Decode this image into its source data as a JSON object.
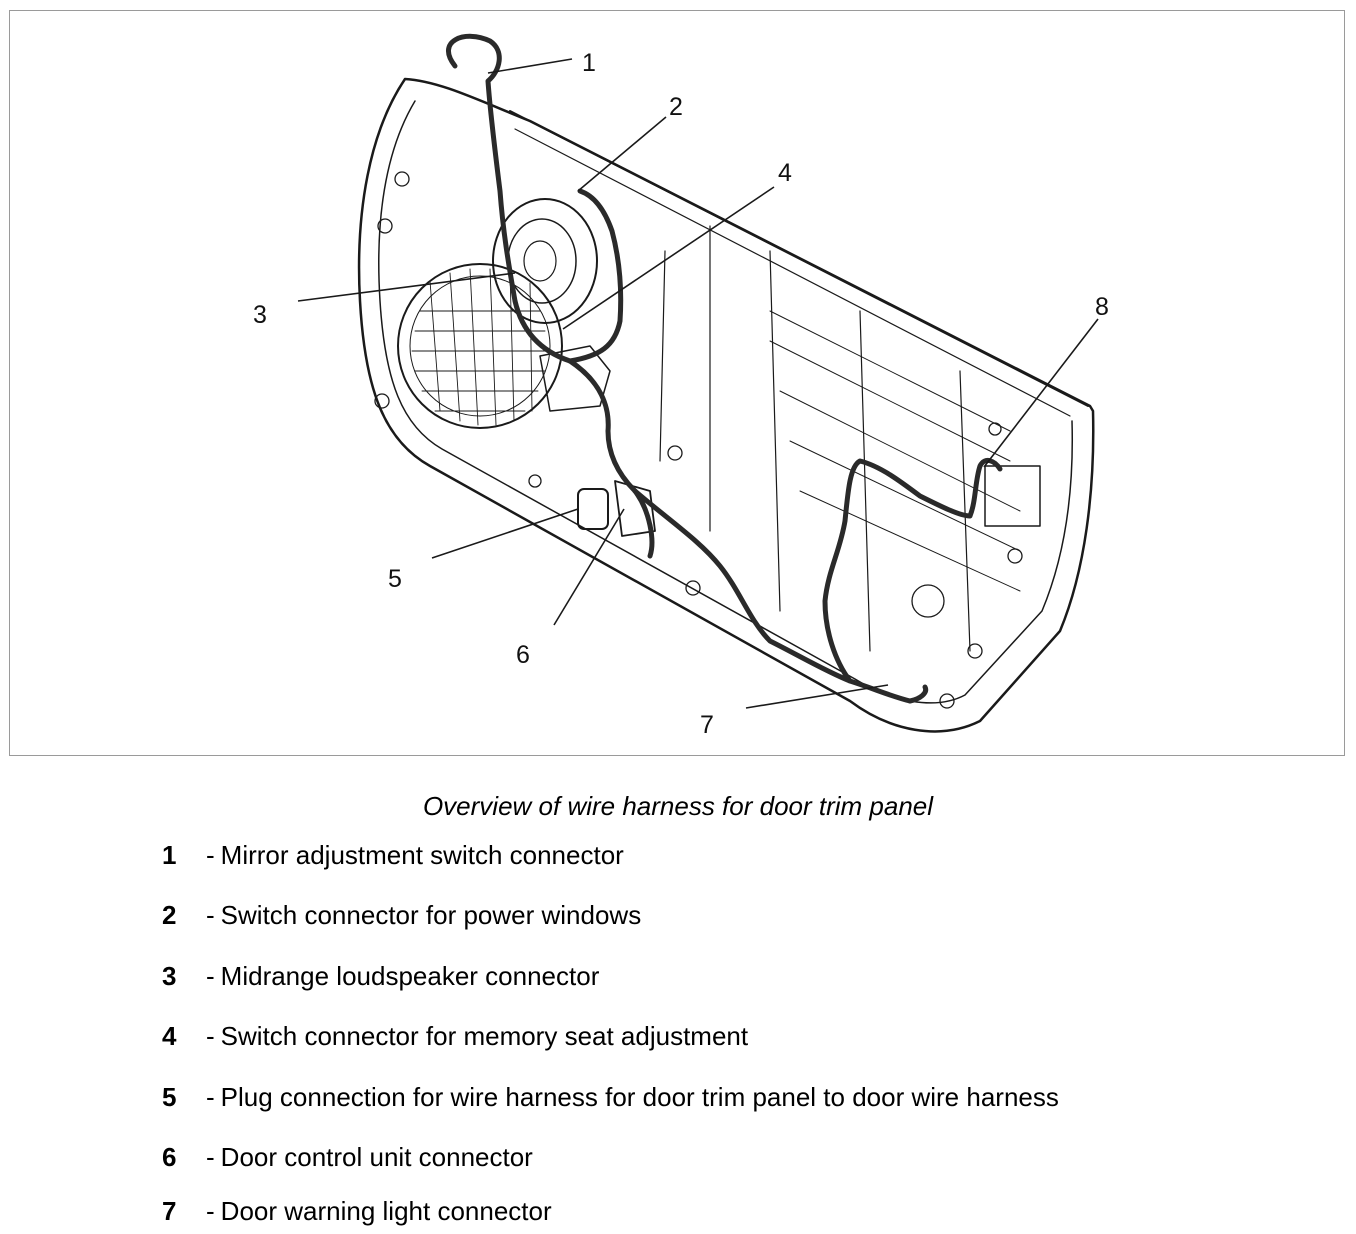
{
  "figure": {
    "callouts": [
      "1",
      "2",
      "3",
      "4",
      "5",
      "6",
      "7",
      "8"
    ]
  },
  "caption": "Overview of wire harness for door trim panel",
  "legend": [
    {
      "num": "1",
      "text": "Mirror adjustment switch connector"
    },
    {
      "num": "2",
      "text": "Switch connector for power windows"
    },
    {
      "num": "3",
      "text": "Midrange loudspeaker connector"
    },
    {
      "num": "4",
      "text": "Switch connector for memory seat adjustment"
    },
    {
      "num": "5",
      "text": "Plug connection for wire harness for door trim panel to door wire harness"
    },
    {
      "num": "6",
      "text": "Door control unit connector"
    },
    {
      "num": "7",
      "text": "Door warning light connector"
    }
  ],
  "legend_separator": "-",
  "colors": {
    "line": "#1a1a1a",
    "frame": "#9a9a9a",
    "harness": "#2a2a2a"
  }
}
